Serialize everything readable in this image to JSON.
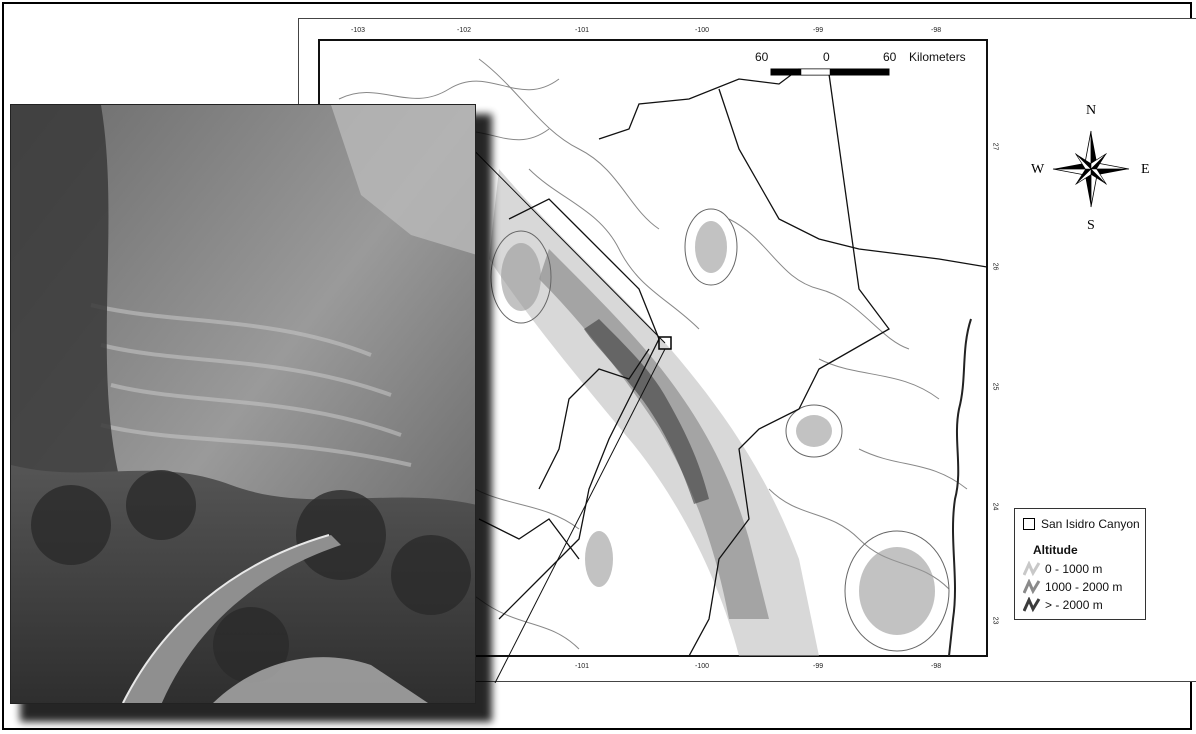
{
  "map": {
    "scale_bar": {
      "left": "60",
      "center": "0",
      "right": "60",
      "unit": "Kilometers"
    },
    "compass": {
      "n": "N",
      "s": "S",
      "e": "E",
      "w": "W"
    },
    "longitude_ticks_top": [
      "-103",
      "-102",
      "-101",
      "-100",
      "-99",
      "-98"
    ],
    "longitude_ticks_bottom": [
      "-101",
      "-100",
      "-99",
      "-98"
    ],
    "latitude_ticks": [
      "27",
      "26",
      "25",
      "24",
      "23"
    ],
    "legend": {
      "study_area": "San Isidro Canyon",
      "title": "Altitude",
      "classes": [
        {
          "label": "0 - 1000 m",
          "color": "#c8c8c8"
        },
        {
          "label": "1000 - 2000 m",
          "color": "#8a8a8a"
        },
        {
          "label": "> - 2000 m",
          "color": "#3c3c3c"
        }
      ]
    }
  }
}
